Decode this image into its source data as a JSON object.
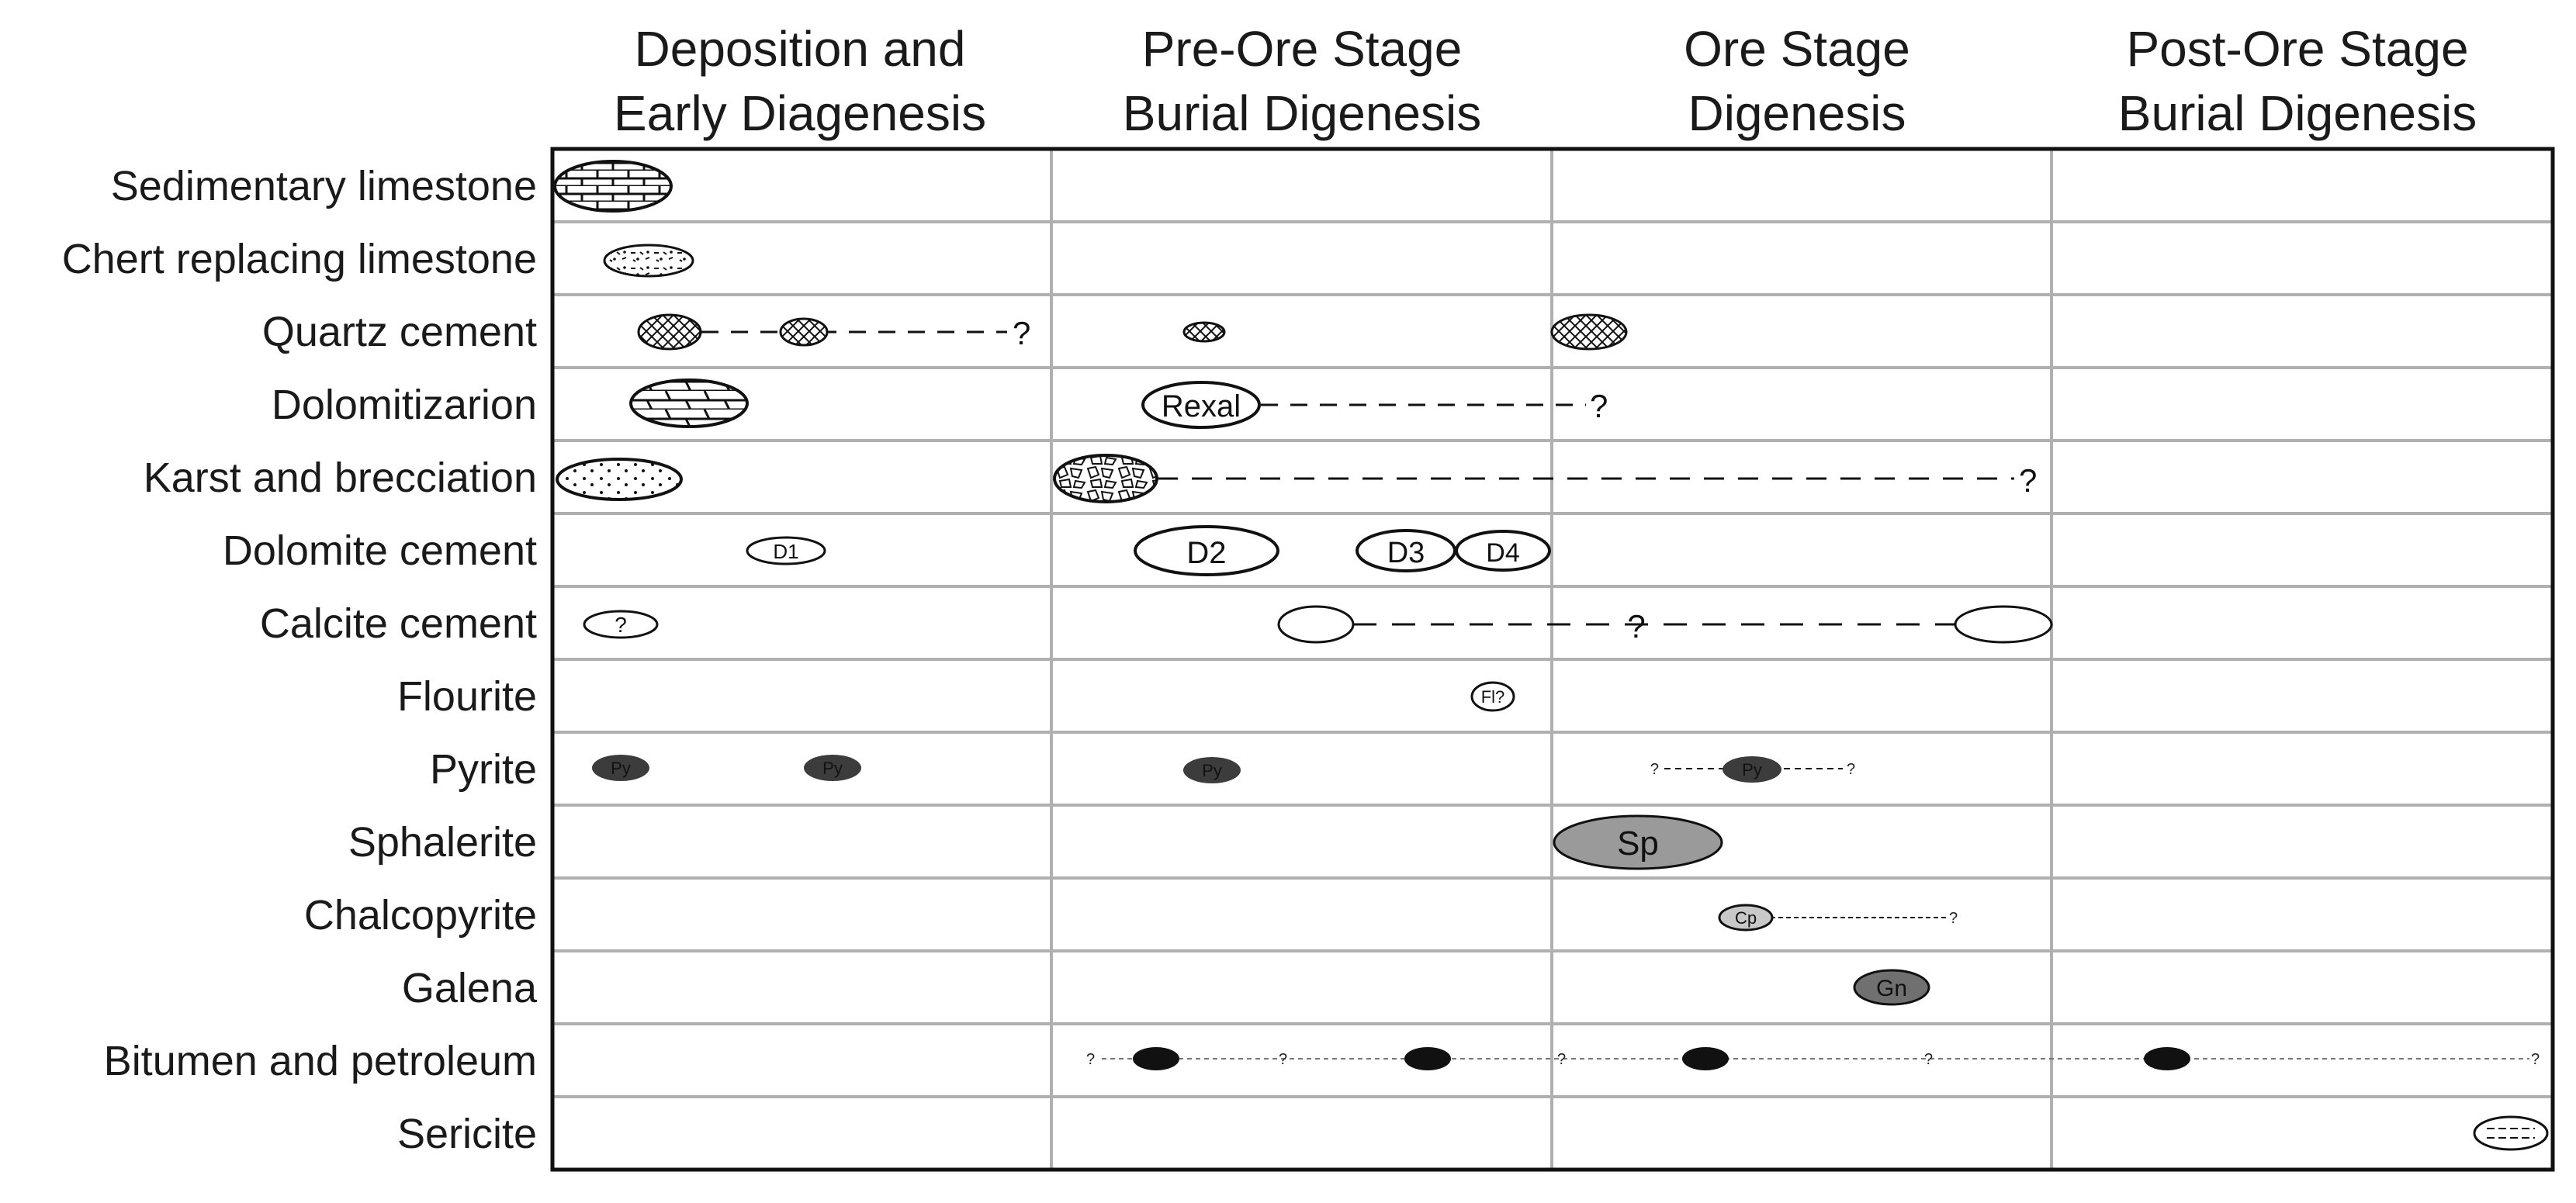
{
  "stages": [
    {
      "line1": "Deposition and",
      "line2": "Early Diagenesis"
    },
    {
      "line1": "Pre-Ore Stage",
      "line2": "Burial Digenesis"
    },
    {
      "line1": "Ore Stage",
      "line2": "Digenesis"
    },
    {
      "line1": "Post-Ore Stage",
      "line2": "Burial Digenesis"
    }
  ],
  "rows": [
    {
      "label": "Sedimentary limestone"
    },
    {
      "label": "Chert replacing limestone"
    },
    {
      "label": "Quartz cement"
    },
    {
      "label": "Dolomitizarion"
    },
    {
      "label": "Karst and brecciation"
    },
    {
      "label": "Dolomite cement"
    },
    {
      "label": "Calcite cement"
    },
    {
      "label": "Flourite"
    },
    {
      "label": "Pyrite"
    },
    {
      "label": "Sphalerite"
    },
    {
      "label": "Chalcopyrite"
    },
    {
      "label": "Galena"
    },
    {
      "label": "Bitumen and petroleum"
    },
    {
      "label": "Sericite"
    }
  ],
  "symbol_labels": {
    "rexal": "Rexal",
    "d1": "D1",
    "d2": "D2",
    "d3": "D3",
    "d4": "D4",
    "calcite_q": "?",
    "fluorite": "Fl?",
    "py": "Py",
    "sp": "Sp",
    "cp": "Cp",
    "gn": "Gn",
    "question": "?"
  },
  "colors": {
    "frame": "#111111",
    "grid": "#b0b0b0",
    "dark_fill": "#3c3c3c",
    "mid_fill": "#9a9a9a",
    "light_fill": "#c8c8c8",
    "black_fill": "#111111"
  }
}
